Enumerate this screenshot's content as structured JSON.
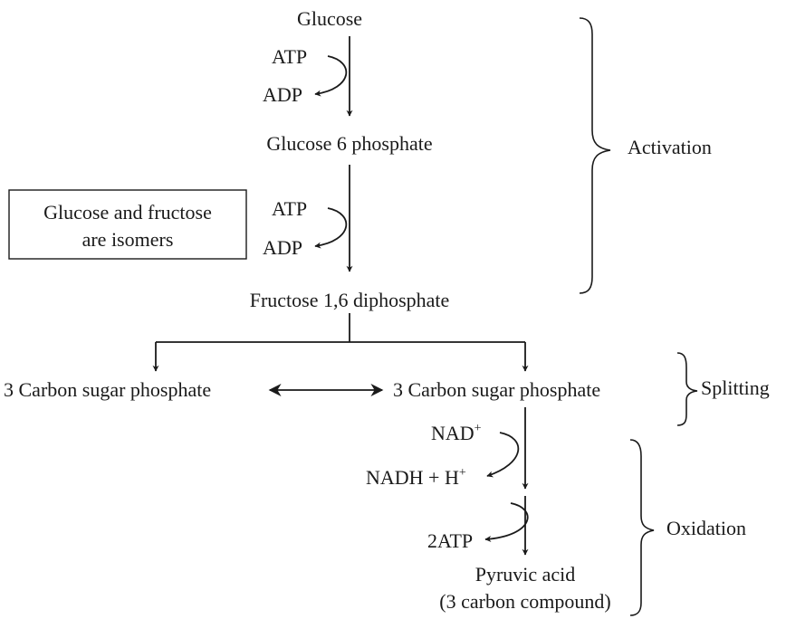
{
  "compounds": {
    "glucose": "Glucose",
    "glucose_6_phosphate": "Glucose 6 phosphate",
    "fructose_1_6_diphosphate": "Fructose 1,6 diphosphate",
    "carbon_sugar_left": "3 Carbon sugar phosphate",
    "carbon_sugar_right": "3 Carbon sugar phosphate",
    "pyruvic_acid": "Pyruvic acid",
    "pyruvic_acid_note": "(3 carbon compound)"
  },
  "cofactors": {
    "atp_1": "ATP",
    "adp_1": "ADP",
    "atp_2": "ATP",
    "adp_2": "ADP",
    "nad": "NAD",
    "nad_sup": "+",
    "nadh": "NADH + H",
    "nadh_sup": "+",
    "two_atp": "2ATP"
  },
  "note_box": {
    "line1": "Glucose and fructose",
    "line2": "are isomers"
  },
  "stages": {
    "activation": "Activation",
    "splitting": "Splitting",
    "oxidation": "Oxidation"
  }
}
